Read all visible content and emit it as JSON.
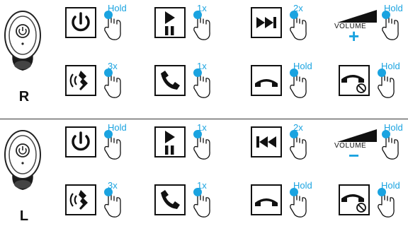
{
  "accent_color": "#1aa3e0",
  "panels": [
    {
      "id": "right",
      "side": "R",
      "rows": [
        [
          {
            "icon": "power-icon",
            "count": "Hold"
          },
          {
            "icon": "play-pause-icon",
            "count": "1x"
          },
          {
            "icon": "next-track-icon",
            "count": "2x"
          },
          {
            "icon": "volume-up-icon",
            "count": "Hold",
            "label": "VOLUME",
            "sign": "+"
          }
        ],
        [
          {
            "icon": "voice-assistant-icon",
            "count": "3x"
          },
          {
            "icon": "answer-call-icon",
            "count": "1x"
          },
          {
            "icon": "hang-up-icon",
            "count": "Hold"
          },
          {
            "icon": "reject-call-icon",
            "count": "Hold"
          }
        ]
      ]
    },
    {
      "id": "left",
      "side": "L",
      "rows": [
        [
          {
            "icon": "power-icon",
            "count": "Hold"
          },
          {
            "icon": "play-pause-icon",
            "count": "1x"
          },
          {
            "icon": "previous-track-icon",
            "count": "2x"
          },
          {
            "icon": "volume-down-icon",
            "count": "Hold",
            "label": "VOLUME",
            "sign": "−"
          }
        ],
        [
          {
            "icon": "voice-assistant-icon",
            "count": "3x"
          },
          {
            "icon": "answer-call-icon",
            "count": "1x"
          },
          {
            "icon": "hang-up-icon",
            "count": "Hold"
          },
          {
            "icon": "reject-call-icon",
            "count": "Hold"
          }
        ]
      ]
    }
  ]
}
